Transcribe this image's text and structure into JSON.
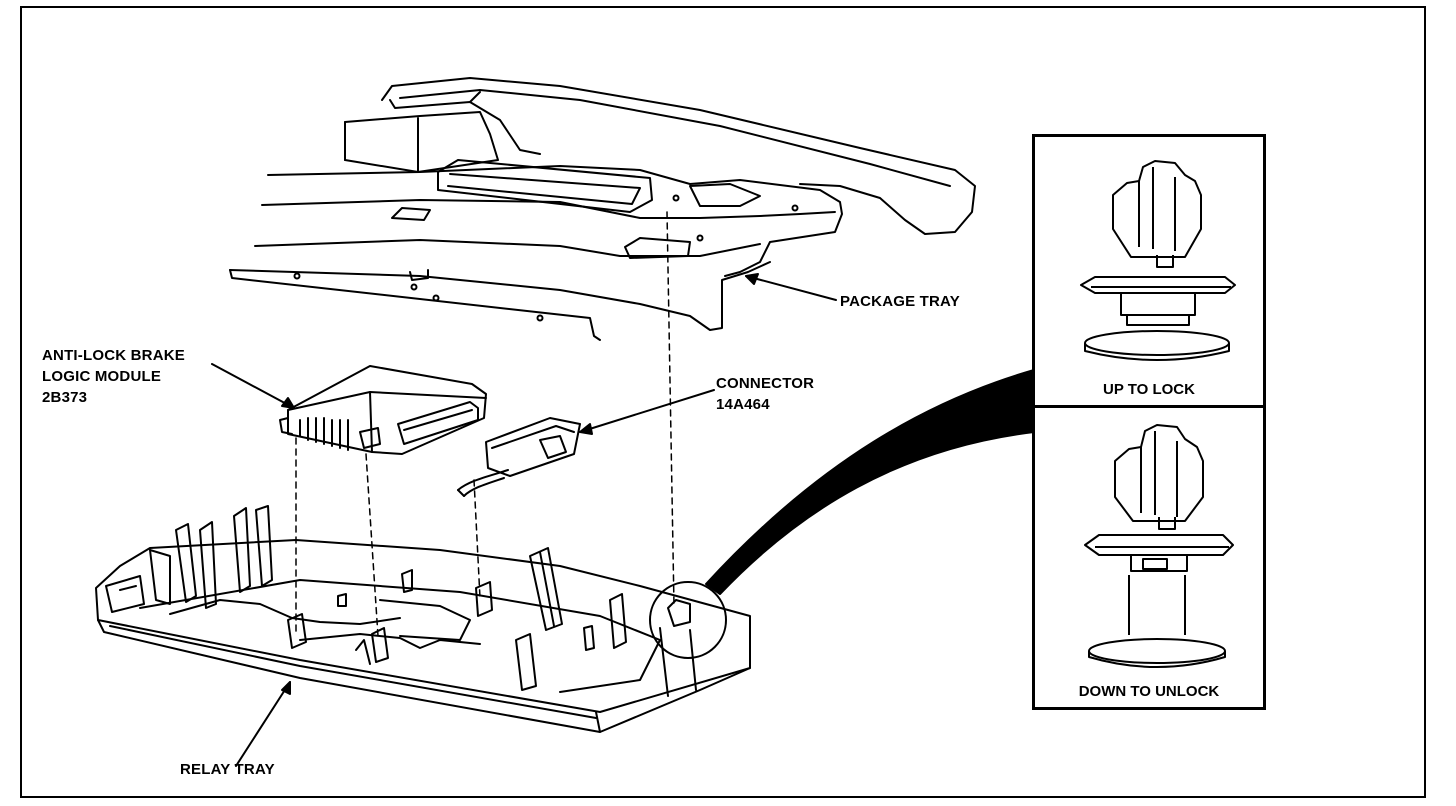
{
  "labels": {
    "package_tray": "PACKAGE TRAY",
    "module_line1": "ANTI-LOCK BRAKE",
    "module_line2": "LOGIC MODULE",
    "module_line3": "2B373",
    "connector_line1": "CONNECTOR",
    "connector_line2": "14A464",
    "relay_tray": "RELAY TRAY"
  },
  "detail_panel": {
    "top_caption": "UP TO LOCK",
    "bottom_caption": "DOWN TO UNLOCK"
  }
}
